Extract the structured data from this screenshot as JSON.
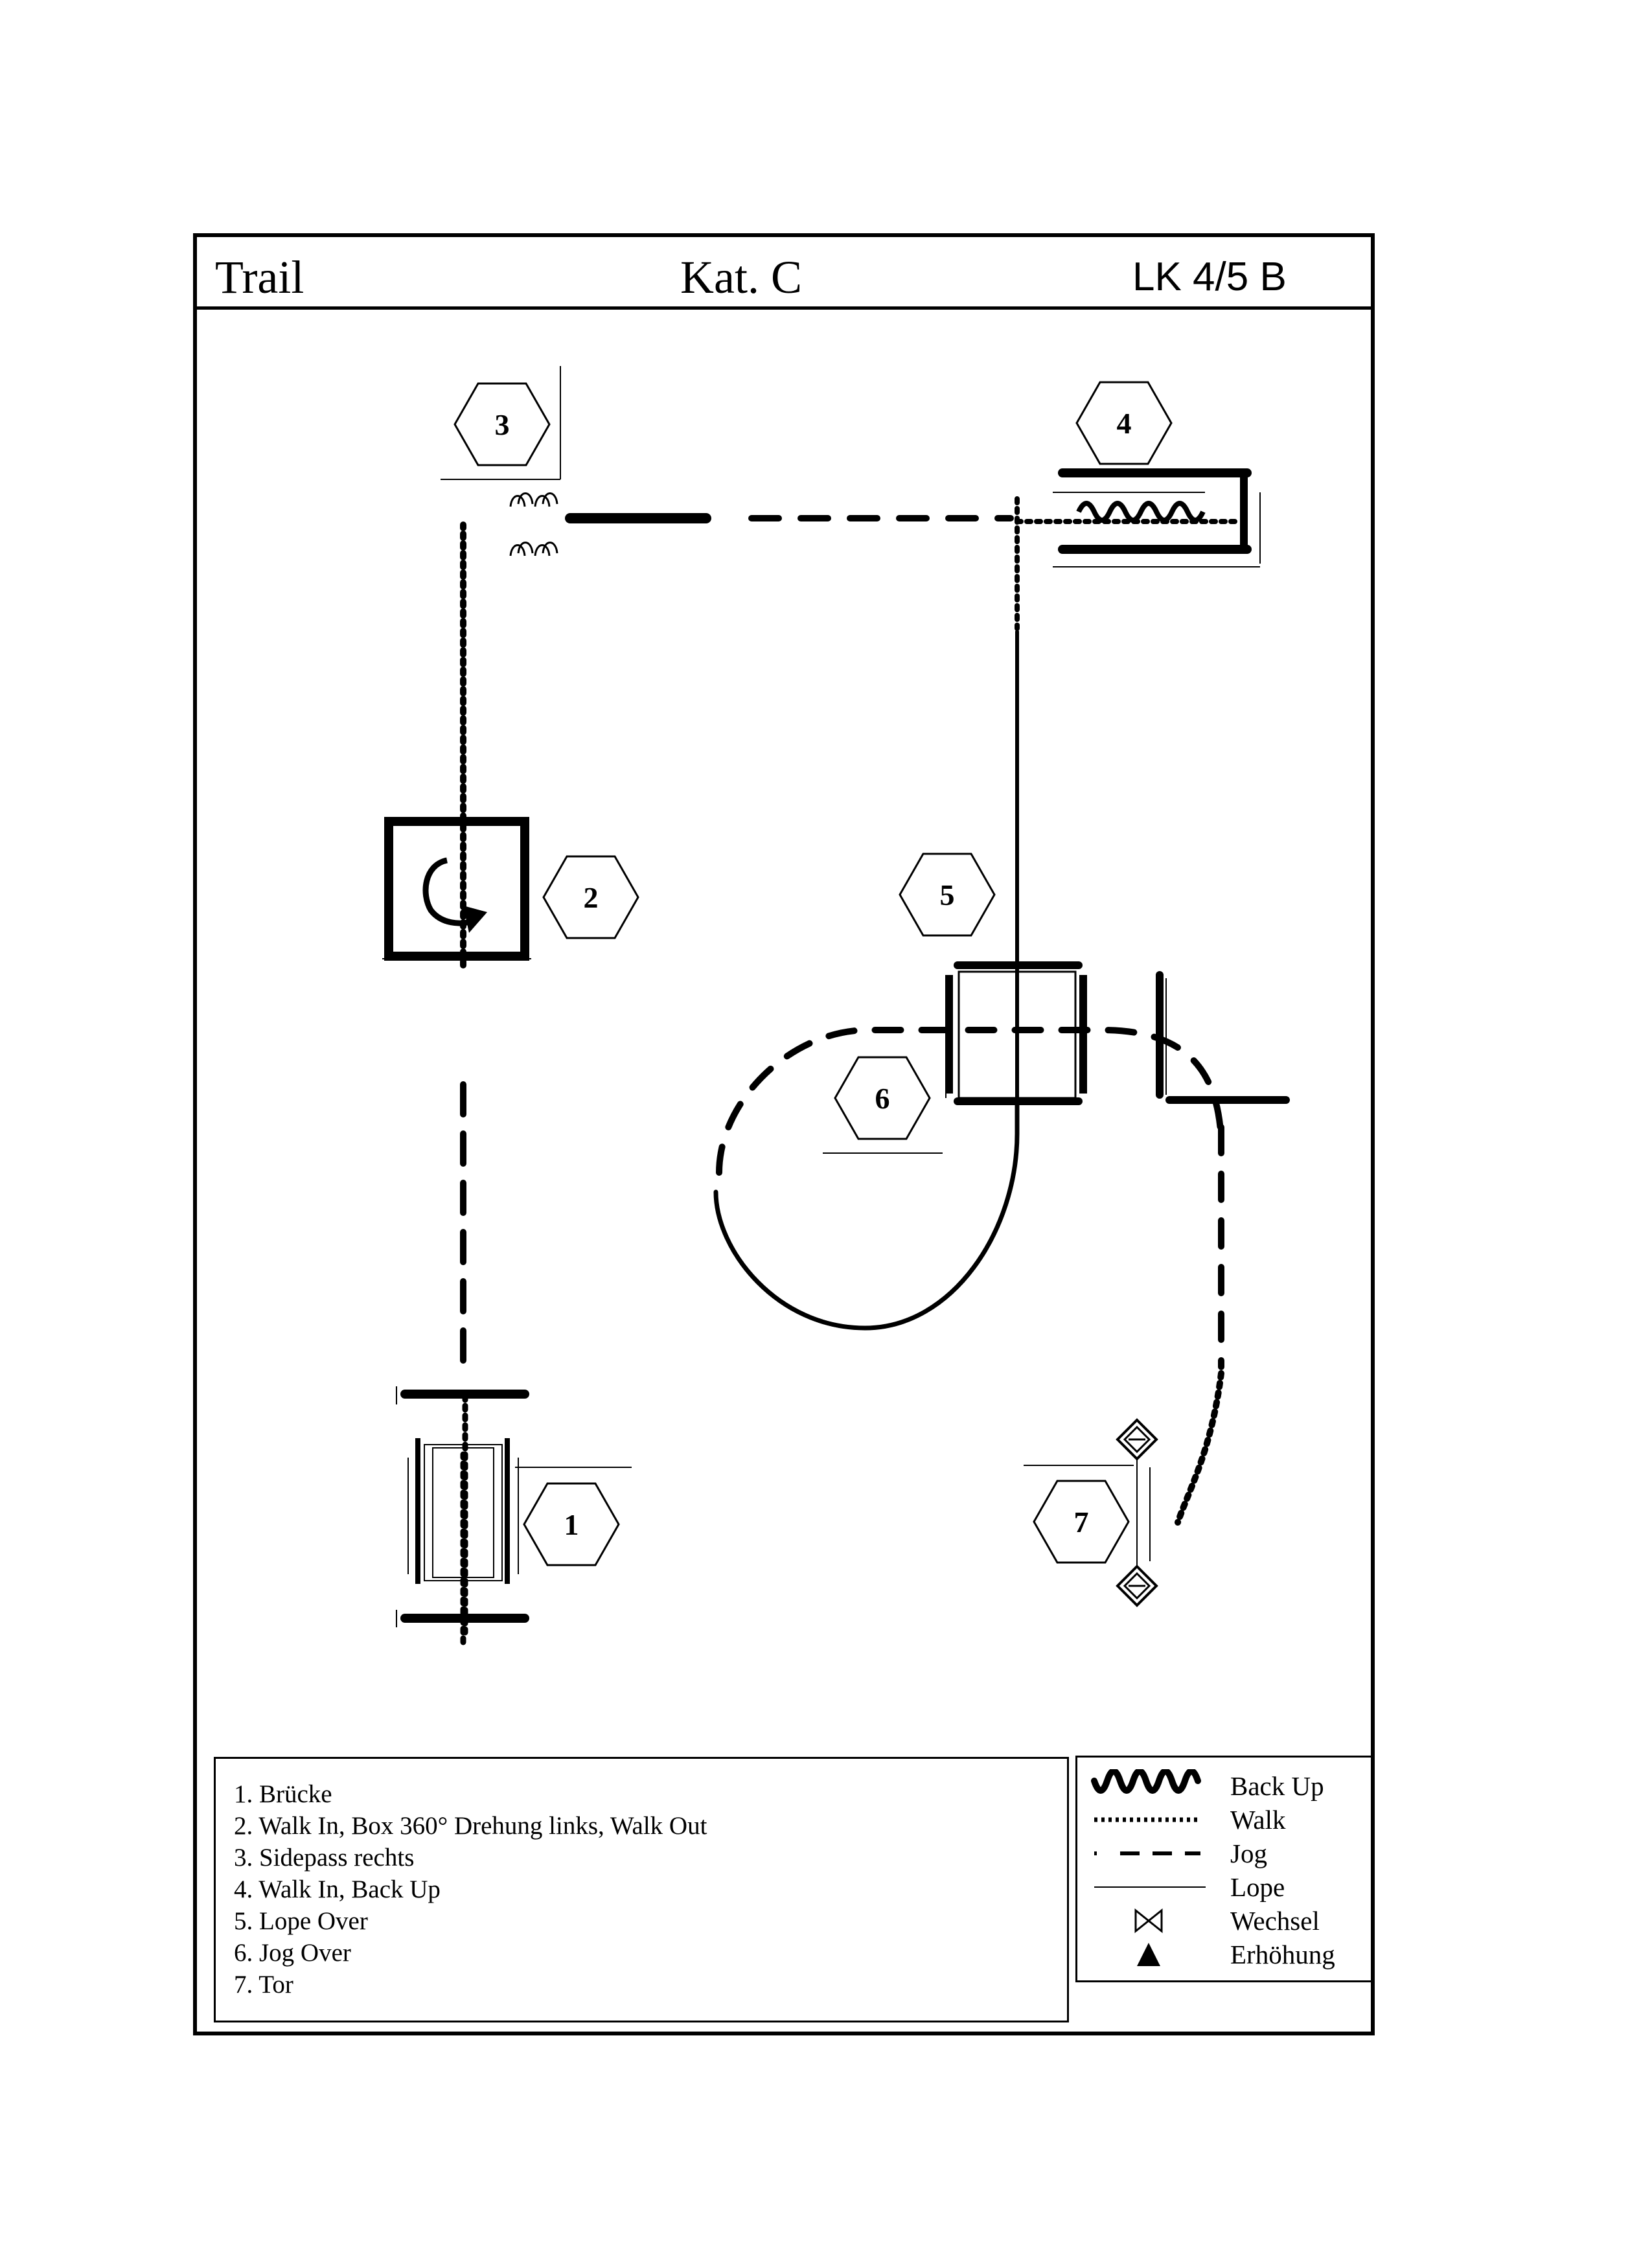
{
  "header": {
    "left": "Trail",
    "center": "Kat. C",
    "right": "LK 4/5 B"
  },
  "obstacle_numbers": [
    "1",
    "2",
    "3",
    "4",
    "5",
    "6",
    "7"
  ],
  "tasks": [
    "1. Brücke",
    "2. Walk In, Box 360° Drehung links, Walk Out",
    "3. Sidepass rechts",
    "4. Walk In, Back Up",
    "5. Lope Over",
    "6. Jog Over",
    "7. Tor"
  ],
  "legend": [
    {
      "label": "Back Up",
      "symbol": "wavy-line-icon"
    },
    {
      "label": "Walk",
      "symbol": "dotted-line-icon"
    },
    {
      "label": "Jog",
      "symbol": "dashed-line-icon"
    },
    {
      "label": "Lope",
      "symbol": "solid-line-icon"
    },
    {
      "label": "Wechsel",
      "symbol": "bowtie-icon"
    },
    {
      "label": "Erhöhung",
      "symbol": "triangle-icon"
    }
  ],
  "colors": {
    "ink": "#000000",
    "paper": "#ffffff"
  }
}
